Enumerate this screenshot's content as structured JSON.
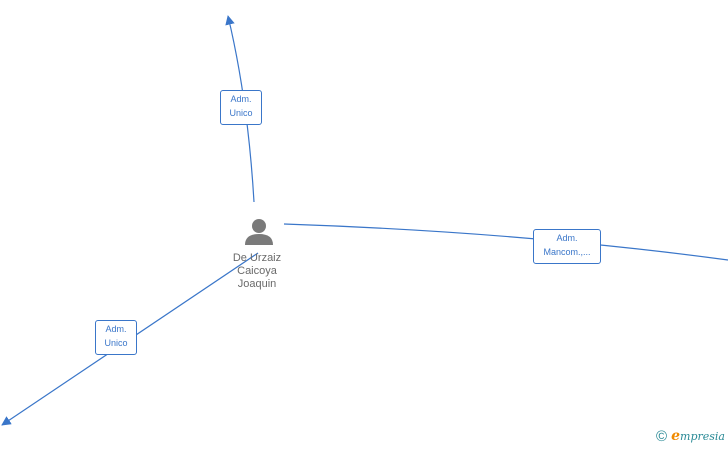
{
  "person": {
    "name_lines": [
      "De Urzaiz",
      "Caicoya",
      "Joaquin"
    ],
    "icon": "person-icon"
  },
  "edges": [
    {
      "label_lines": [
        "Adm.",
        "Unico"
      ]
    },
    {
      "label_lines": [
        "Adm.",
        "Mancom.,..."
      ]
    },
    {
      "label_lines": [
        "Adm.",
        "Unico"
      ]
    }
  ],
  "footer": {
    "copyright_symbol": "©",
    "brand_initial": "e",
    "brand_rest": "mpresia"
  },
  "colors": {
    "edge": "#3a76c9",
    "node_icon": "#7a7a7a",
    "brand": "#2a8a96",
    "brand_accent": "#f08a00"
  }
}
